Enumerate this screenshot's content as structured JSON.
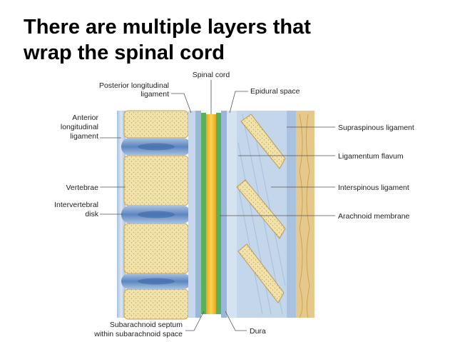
{
  "title": {
    "line1": "There are multiple layers that",
    "line2": "wrap the spinal cord"
  },
  "labels": {
    "spinal_cord": "Spinal cord",
    "posterior_longitudinal_ligament": [
      "Posterior longitudinal",
      "ligament"
    ],
    "epidural_space": "Epidural space",
    "anterior_longitudinal_ligament": [
      "Anterior",
      "longitudinal",
      "ligament"
    ],
    "vertebrae": "Vertebrae",
    "intervertebral_disk": [
      "Intervertebral",
      "disk"
    ],
    "supraspinous_ligament": "Supraspinous ligament",
    "ligamentum_flavum": "Ligamentum flavum",
    "interspinous_ligament": "Interspinous ligament",
    "arachnoid_membrane": "Arachnoid membrane",
    "subarachnoid_septum": [
      "Subarachnoid septum",
      "within subarachnoid space"
    ],
    "dura": "Dura"
  },
  "colors": {
    "bone": "#f0e2a8",
    "bone_stipple": "#c9a860",
    "disk": "#7fa3cf",
    "disk_core": "#4d78b5",
    "ligament_blue": "#b9cde4",
    "dura_blue": "#9bb7d8",
    "arachnoid_green": "#5bb05a",
    "cord_yellow": "#f5c23a",
    "spinous_bone": "#ecdca0",
    "supraspinous_tan": "#e6c98a"
  }
}
